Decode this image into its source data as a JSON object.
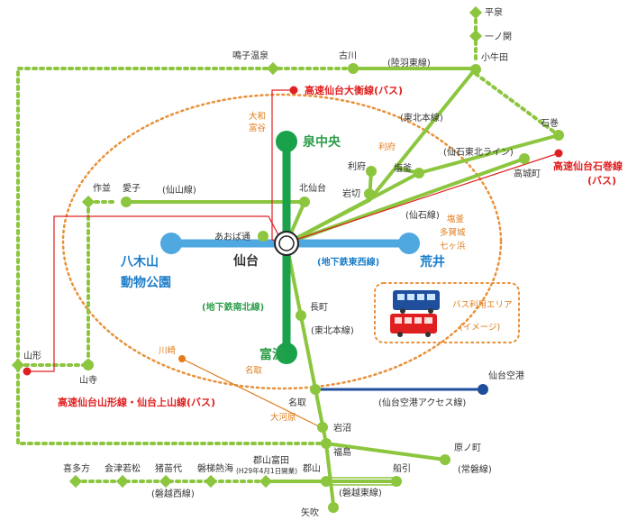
{
  "colors": {
    "jr_line": "#8cc63f",
    "dotted_line": "#8cc63f",
    "namboku": "#1aa24a",
    "tozai": "#4fa8e0",
    "airport": "#1f4f9c",
    "bus": "#e02020",
    "area": "#e8913a"
  },
  "stations": {
    "hiraizumi": "平泉",
    "ichinoseki": "一ノ関",
    "kogota": "小牛田",
    "furukawa": "古川",
    "narugo": "鳴子温泉",
    "ishinomaki": "石巻",
    "takagimachi": "高城町",
    "shiogama": "塩釜",
    "rifu": "利府",
    "iwakiri": "岩切",
    "kitasendai": "北仙台",
    "sakunami": "作並",
    "ayashi": "愛子",
    "aobadori": "あおば通",
    "sendai": "仙台",
    "izumichuo": "泉中央",
    "tomizawa": "富沢",
    "yagiyama": "八木山\n動物公園",
    "arai": "荒井",
    "nagamachi": "長町",
    "natori": "名取",
    "sendai_airport": "仙台空港",
    "iwanuma": "岩沼",
    "fukushima": "福島",
    "haranomachi": "原ノ町",
    "yamagata": "山形",
    "yamadera": "山寺",
    "koriyama": "郡山",
    "funehiki": "船引",
    "yabuki": "矢吹",
    "kitakata": "喜多方",
    "aizuwakamatsu": "会津若松",
    "inawashiro": "猪苗代",
    "bandai_atami": "磐梯熱海",
    "koriyama_tomita": "郡山富田",
    "koriyama_tomita_note": "(H29年4月1日開業)"
  },
  "lines": {
    "rikuu_east": "(陸羽東線)",
    "tohoku_north": "(東北本線)",
    "senseki_tohoku": "(仙石東北ライン)",
    "senseki": "(仙石線)",
    "senzan": "(仙山線)",
    "tozai": "(地下鉄東西線)",
    "namboku": "(地下鉄南北線)",
    "tohoku_south": "(東北本線)",
    "airport_access": "(仙台空港アクセス線)",
    "joban": "(常磐線)",
    "banetsu_east": "(磐越東線)",
    "banetsu_west": "(磐越西線)"
  },
  "bus_routes": {
    "osato": "高速仙台大衡線(バス)",
    "ishinomaki": "高速仙台石巻線",
    "ishinomaki_suffix": "(バス)",
    "yamagata": "高速仙台山形線・仙台上山線(バス)"
  },
  "bus_stops": {
    "owa_tomiya": "大和\n富谷",
    "rifu": "利府",
    "shiogama_group": "塩釜\n多賀城\n七ヶ浜",
    "kawasaki": "川崎",
    "natori": "名取",
    "okawara": "大河原"
  },
  "legend": {
    "bus_area": "バス利用エリア",
    "image_note": "(イメージ)"
  }
}
